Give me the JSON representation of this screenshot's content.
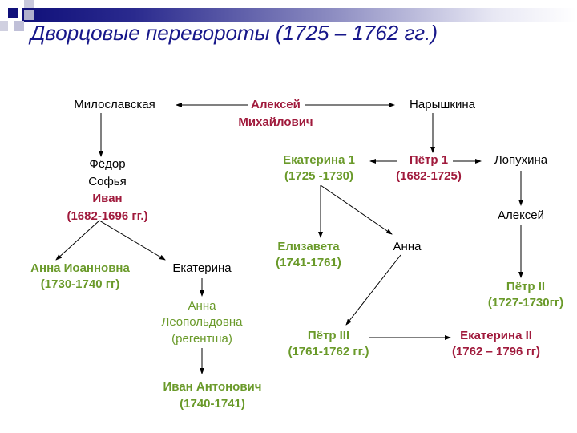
{
  "title": "Дворцовые перевороты (1725 – 1762 гг.)",
  "colors": {
    "title": "#17178a",
    "ruler": "#a01a3c",
    "heir": "#6a9a2a"
  },
  "nodes": {
    "miloslavskaya": "Милославская",
    "aleksei_m_1": "Алексей",
    "aleksei_m_2": "Михайлович",
    "naryshkina": "Нарышкина",
    "fedor": "Фёдор",
    "sofya": "Софья",
    "ivan": "Иван",
    "ivan_years": "(1682-1696 гг.)",
    "ekaterina1": "Екатерина 1",
    "ekaterina1_years": "(1725 -1730)",
    "petr1": "Пётр 1",
    "petr1_years": "(1682-1725)",
    "lopukhina": "Лопухина",
    "aleksei": "Алексей",
    "elizaveta": "Елизавета",
    "elizaveta_years": "(1741-1761)",
    "anna": "Анна",
    "petr2": "Пётр II",
    "petr2_years": "(1727-1730гг)",
    "anna_ioannovna": "Анна Иоанновна",
    "anna_ioannovna_years": "(1730-1740 гг)",
    "ekaterina": "Екатерина",
    "anna_leop_1": "Анна",
    "anna_leop_2": "Леопольдовна",
    "anna_leop_3": "(регентша)",
    "ivan_antonovich": "Иван Антонович",
    "ivan_antonovich_years": "(1740-1741)",
    "petr3": "Пётр III",
    "petr3_years": "(1761-1762 гг.)",
    "ekaterina2": "Екатерина II",
    "ekaterina2_years": "(1762 – 1796 гг)"
  }
}
